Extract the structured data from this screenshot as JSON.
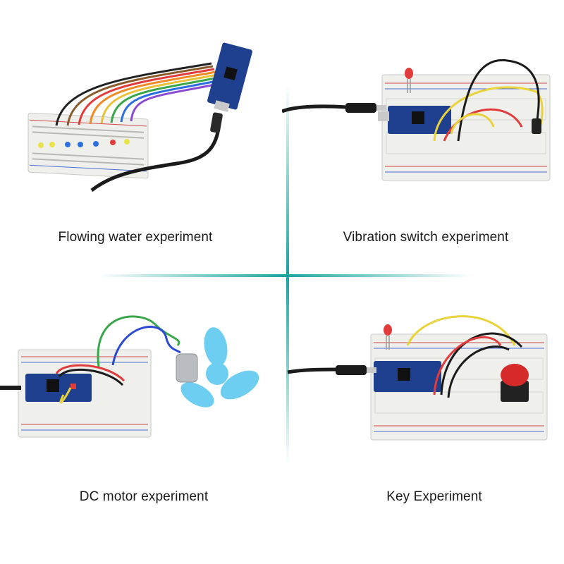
{
  "captions": {
    "top_left": "Flowing water experiment",
    "top_right": "Vibration switch experiment",
    "bottom_left": "DC motor experiment",
    "bottom_right": "Key Experiment"
  },
  "colors": {
    "divider": "#1aa39e",
    "board": "#f1f1ee",
    "nano_pcb": "#1f3f8f",
    "usb_cable": "#1b1b1b",
    "fan": "#5fc9f0"
  }
}
